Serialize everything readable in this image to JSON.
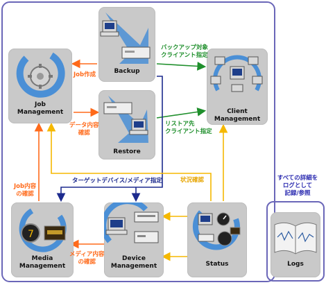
{
  "boxes": {
    "backup": "Backup",
    "restore": "Restore",
    "job": "Job\nManagement",
    "client": "Client\nManagement",
    "media": "Media\nManagement",
    "device": "Device\nManagement",
    "status": "Status",
    "logs": "Logs"
  },
  "labels": {
    "backup_target": "バックアップ対象\nクライアント指定",
    "restore_target": "リストア先\nクライアント指定",
    "job_create": "Job作成",
    "data_check": "データ内容\n確認",
    "target_device": "ターゲットデバイス/メディア指定",
    "status_check": "状況確認",
    "job_content_check": "Job内容\nの確認",
    "media_content_check": "メディア内容\nの確認",
    "logs_note": "すべての詳細を\nログとして\n記録/参照"
  },
  "colors": {
    "orange": "#ff6a1a",
    "green": "#1f8f2c",
    "yellow": "#f5b800",
    "navy": "#1c2a8e",
    "frame": "#6a66b8",
    "box": "#c9c9c9"
  }
}
